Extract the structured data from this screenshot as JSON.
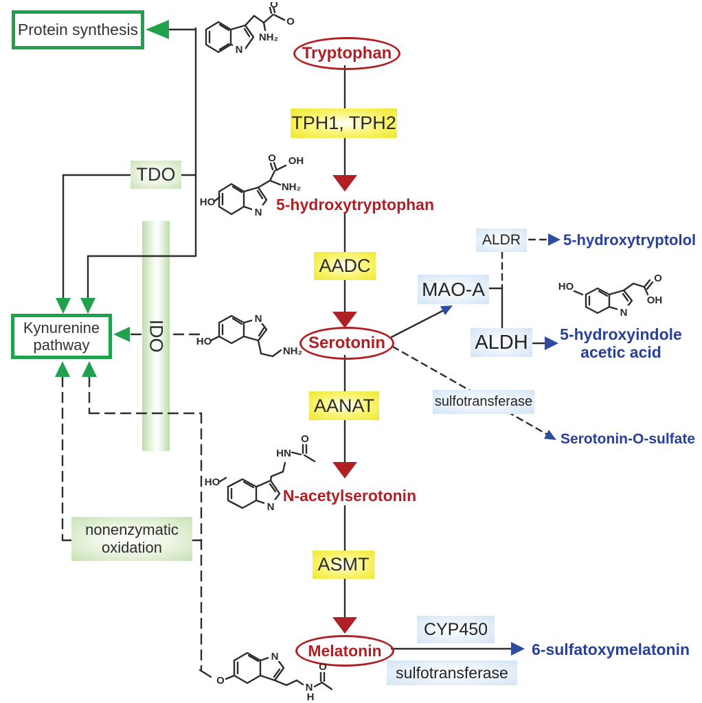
{
  "colors": {
    "green": "#1fa14d",
    "red": "#b01f24",
    "blue_line": "#2e4c9e",
    "blue_text": "#27419b",
    "yellow_box": "#efe72f",
    "light_green_box": "#c8e2b6",
    "light_blue_box": "#d3e4f5"
  },
  "pathway": {
    "protein_synthesis": "Protein synthesis",
    "tdo": "TDO",
    "ido": "IDO",
    "kynurenine": {
      "line1": "Kynurenine",
      "line2": "pathway"
    },
    "nonenzymatic": {
      "line1": "nonenzymatic",
      "line2": "oxidation"
    },
    "metabolites": {
      "tryptophan": "Tryptophan",
      "hydroxytryptophan": "5-hydroxytryptophan",
      "serotonin": "Serotonin",
      "n_acetylserotonin": "N-acetylserotonin",
      "melatonin": "Melatonin"
    },
    "enzymes": {
      "tph": "TPH1, TPH2",
      "aadc": "AADC",
      "aanat": "AANAT",
      "asmt": "ASMT",
      "mao_a": "MAO-A",
      "aldr": "ALDR",
      "aldh": "ALDH",
      "sulfotransferase_serotonin": "sulfotransferase",
      "cyp450": "CYP450",
      "sulfotransferase_melatonin": "sulfotransferase"
    },
    "products": {
      "hydroxytryptolol": "5-hydroxytryptolol",
      "hiaa_line1": "5-hydroxyindole",
      "hiaa_line2": "acetic acid",
      "serotonin_o_sulfate": "Serotonin-O-sulfate",
      "sulfatoxymelatonin": "6-sulfatoxymelatonin"
    }
  },
  "atoms": {
    "ho": "HO",
    "n": "N",
    "nh2": "NH₂",
    "o": "O",
    "oh": "OH",
    "hn": "HN",
    "h": "H"
  }
}
